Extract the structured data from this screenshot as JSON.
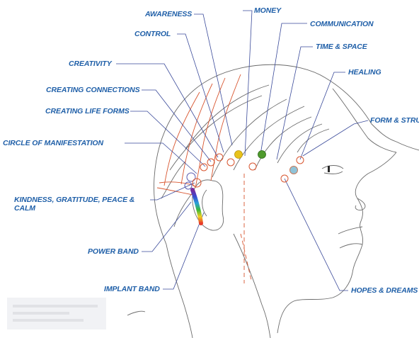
{
  "labels": {
    "awareness": "AWARENESS",
    "money": "MONEY",
    "control": "CONTROL",
    "communication": "COMMUNICATION",
    "time_space": "TIME & SPACE",
    "creativity": "CREATIVITY",
    "healing": "HEALING",
    "creating_connections": "CREATING CONNECTIONS",
    "creating_life_forms": "CREATING LIFE FORMS",
    "form_structure": "FORM & STRUCTURE",
    "circle_of_manifestation": "CIRCLE OF MANIFESTATION",
    "kindness": "KINDNESS, GRATITUDE, PEACE & CALM",
    "power_band": "POWER BAND",
    "implant_band": "IMPLANT BAND",
    "hopes_dreams": "HOPES & DREAMS"
  },
  "colors": {
    "label_text": "#1f5fa8",
    "leader_line": "#3a4a9a",
    "head_outline": "#6a6a6a",
    "red_line": "#d8552f",
    "awareness_dot": "#e8c21a",
    "communication_dot": "#4e9a2c",
    "form_dot": "#8fc3d8"
  }
}
